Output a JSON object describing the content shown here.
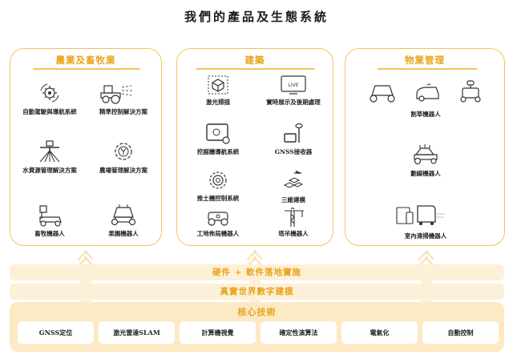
{
  "title": "我們的產品及生態系統",
  "colors": {
    "accent": "#e8a417",
    "border": "#f2c45a",
    "band": "#fdf0d8",
    "core": "#fde9c4"
  },
  "cards": [
    {
      "title": "農業及畜牧業",
      "items": [
        {
          "label": "自動駕駛與導航系統",
          "icon": "steering-gear-icon"
        },
        {
          "label": "精準控制解決方案",
          "icon": "tractor-icon"
        },
        {
          "label": "水資源管理解決方案",
          "icon": "irrigation-icon"
        },
        {
          "label": "農場管理解決方案",
          "icon": "gear-plant-icon"
        },
        {
          "label": "畜牧機器人",
          "icon": "livestock-robot-icon"
        },
        {
          "label": "果園機器人",
          "icon": "orchard-robot-icon"
        }
      ]
    },
    {
      "title": "建築",
      "items": [
        {
          "label": "激光掃描",
          "icon": "3d-scan-icon"
        },
        {
          "label": "實時展示及後期處理",
          "icon": "live-monitor-icon"
        },
        {
          "label": "挖掘機導航系統",
          "icon": "excavator-display-icon"
        },
        {
          "label": "GNSS接收器",
          "icon": "gnss-receiver-icon"
        },
        {
          "label": "推土機控制系統",
          "icon": "dozer-gear-icon"
        },
        {
          "label": "三維建模",
          "icon": "drone-mapping-icon"
        },
        {
          "label": "工地佈局機器人",
          "icon": "layout-robot-icon"
        },
        {
          "label": "塔吊機器人",
          "icon": "tower-crane-icon"
        }
      ]
    },
    {
      "title": "物業管理",
      "items": [
        {
          "label": "割草機器人",
          "icon": "mower-robot-icon"
        },
        {
          "label": "劃線機器人",
          "icon": "line-marking-robot-icon"
        },
        {
          "label": "室內清掃機器人",
          "icon": "indoor-cleaning-robot-icon"
        }
      ]
    }
  ],
  "layers": {
    "implementation": "硬件 + 軟件落地實施",
    "modeling": "真實世界數字建模",
    "core": {
      "title": "核心技術",
      "items": [
        "GNSS定位",
        "激光雷達SLAM",
        "計算機視覺",
        "確定性演算法",
        "電氣化",
        "自動控制"
      ]
    }
  }
}
